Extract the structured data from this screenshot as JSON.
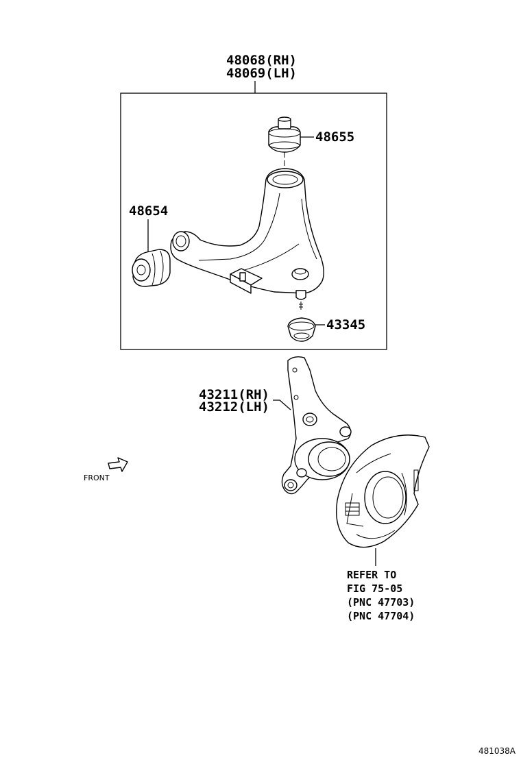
{
  "assembly": {
    "line1": "48068(RH)",
    "line2": "48069(LH)"
  },
  "parts": {
    "ball_joint_upper": "48655",
    "bushing": "48654",
    "ball_joint_boot": "43345",
    "knuckle_rh": "43211(RH)",
    "knuckle_lh": "43212(LH)"
  },
  "refer_note": {
    "line1": "REFER TO",
    "line2": "FIG 75-05",
    "line3": "(PNC 47703)",
    "line4": "(PNC 47704)"
  },
  "front_label": "FRONT",
  "diagram_id": "481038A"
}
